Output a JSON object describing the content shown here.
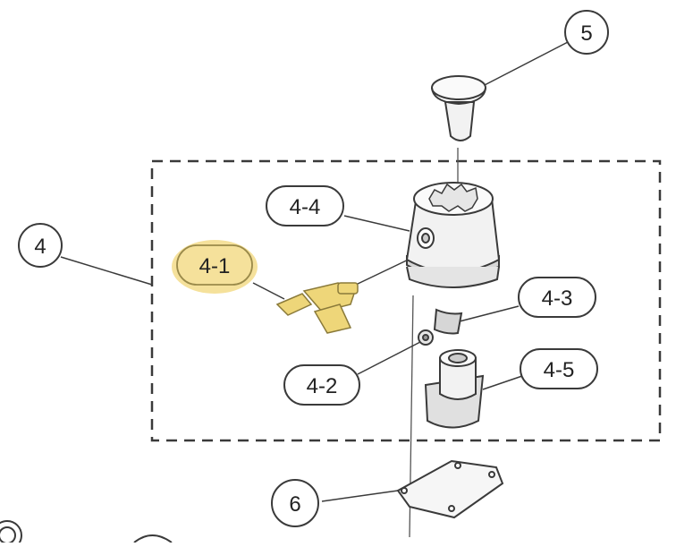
{
  "diagram": {
    "labels": {
      "part_4": "4",
      "part_4_1": "4-1",
      "part_4_2": "4-2",
      "part_4_3": "4-3",
      "part_4_4": "4-4",
      "part_4_5": "4-5",
      "part_5": "5",
      "part_6": "6"
    },
    "highlighted_part": "4-1",
    "colors": {
      "highlight": "#f3dc8a",
      "highlight_part": "#eed679",
      "line": "#3a3a3a",
      "part_fill": "#f2f2f2",
      "part_shade": "#d6d6d6",
      "label_fill": "#ffffff"
    }
  }
}
